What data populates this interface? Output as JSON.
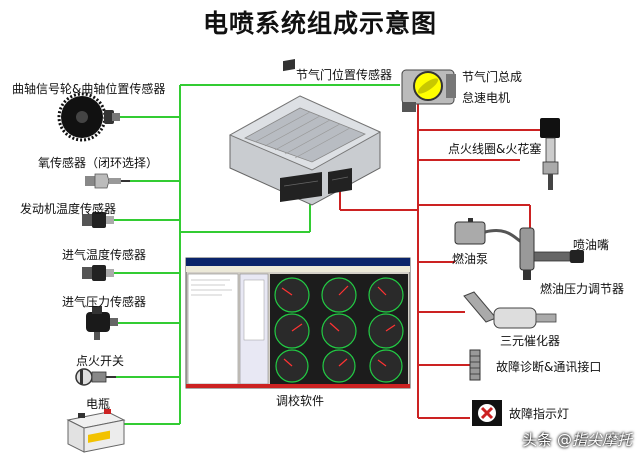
{
  "title": "电喷系统组成示意图",
  "labels": {
    "crank": "曲轴信号轮&曲轴位置传感器",
    "o2": "氧传感器（闭环选择）",
    "coolant": "发动机温度传感器",
    "iat": "进气温度传感器",
    "map": "进气压力传感器",
    "ign_switch": "点火开关",
    "battery": "电瓶",
    "tps": "节气门位置传感器",
    "throttle_body": "节气门总成",
    "idle_motor": "怠速电机",
    "coil": "点火线圈&火花塞",
    "injector": "喷油嘴",
    "fuel_pump": "燃油泵",
    "regulator": "燃油压力调节器",
    "catalyst": "三元催化器",
    "diag": "故障诊断&通讯接口",
    "mil": "故障指示灯",
    "tuning": "调校软件"
  },
  "watermark": {
    "prefix": "头条",
    "at": "@",
    "brand": "指尖摩托"
  },
  "colors": {
    "input_line": "#33cc33",
    "output_line": "#cc2222",
    "gauge_ring": "#22cc44",
    "title": "#111111"
  },
  "icons": {
    "crank": "crank-wheel-icon",
    "o2": "oxygen-sensor-icon",
    "coolant": "temperature-sensor-icon",
    "iat": "air-temp-sensor-icon",
    "map": "pressure-sensor-icon",
    "ign_switch": "ignition-switch-icon",
    "battery": "battery-icon",
    "ecu": "ecu-icon",
    "throttle_body": "throttle-body-icon",
    "coil": "ignition-coil-icon",
    "fuel_pump": "fuel-pump-icon",
    "catalyst": "catalyst-icon",
    "diag": "diagnostic-connector-icon",
    "mil": "warning-lamp-icon",
    "software": "tuning-software-window-icon"
  }
}
